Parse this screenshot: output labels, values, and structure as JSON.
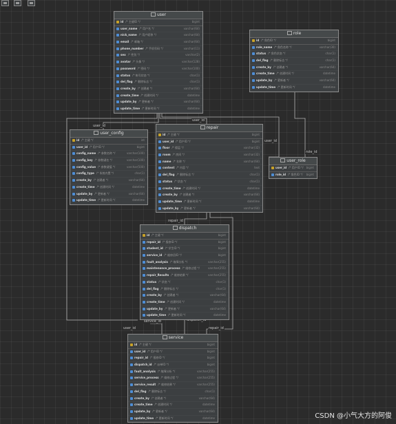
{
  "toolbar": {
    "buttons": [
      "new-diagram-icon",
      "print-icon",
      "save-icon"
    ]
  },
  "entities": {
    "user": {
      "title": "user",
      "columns": [
        {
          "name": "id",
          "comment": "/* 主键ID */",
          "type": "bigint"
        },
        {
          "name": "user_name",
          "comment": "/* 用户名 */",
          "type": "varchar(64)"
        },
        {
          "name": "nick_name",
          "comment": "/* 用户昵称 */",
          "type": "varchar(64)"
        },
        {
          "name": "email",
          "comment": "/* 邮箱 */",
          "type": "varchar(64)"
        },
        {
          "name": "phone_number",
          "comment": "/* 手机号码 */",
          "type": "varchar(11)"
        },
        {
          "name": "sex",
          "comment": "/* 性别 */",
          "type": "varchar(2)"
        },
        {
          "name": "avatar",
          "comment": "/* 头像 */",
          "type": "varchar(128)"
        },
        {
          "name": "password",
          "comment": "/* 密码 */",
          "type": "varchar(100)"
        },
        {
          "name": "status",
          "comment": "/* 帐号状态 */",
          "type": "char(1)"
        },
        {
          "name": "del_flag",
          "comment": "/* 删除标志 */",
          "type": "char(1)"
        },
        {
          "name": "create_by",
          "comment": "/* 创建者 */",
          "type": "varchar(64)"
        },
        {
          "name": "create_time",
          "comment": "/* 创建时间 */",
          "type": "datetime"
        },
        {
          "name": "update_by",
          "comment": "/* 更新者 */",
          "type": "varchar(64)"
        },
        {
          "name": "update_time",
          "comment": "/* 更新时间 */",
          "type": "datetime"
        }
      ]
    },
    "role": {
      "title": "role",
      "columns": [
        {
          "name": "id",
          "comment": "/* 角色ID */",
          "type": "bigint"
        },
        {
          "name": "role_name",
          "comment": "/* 角色名称 */",
          "type": "varchar(30)"
        },
        {
          "name": "status",
          "comment": "/* 角色状态 */",
          "type": "char(1)"
        },
        {
          "name": "del_flag",
          "comment": "/* 删除标志 */",
          "type": "char(1)"
        },
        {
          "name": "create_by",
          "comment": "/* 创建者 */",
          "type": "varchar(64)"
        },
        {
          "name": "create_time",
          "comment": "/* 创建时间 */",
          "type": "datetime"
        },
        {
          "name": "update_by",
          "comment": "/* 更新者 */",
          "type": "varchar(64)"
        },
        {
          "name": "update_time",
          "comment": "/* 更新时间 */",
          "type": "datetime"
        }
      ]
    },
    "user_config": {
      "title": "user_config",
      "columns": [
        {
          "name": "id",
          "comment": "/* 主键 */",
          "type": "int"
        },
        {
          "name": "user_id",
          "comment": "/* 用户ID */",
          "type": "bigint"
        },
        {
          "name": "config_name",
          "comment": "/* 参数名称 */",
          "type": "varchar(100)"
        },
        {
          "name": "config_key",
          "comment": "/* 参数键名 */",
          "type": "varchar(100)"
        },
        {
          "name": "config_value",
          "comment": "/* 参数键值 */",
          "type": "varchar(500)"
        },
        {
          "name": "config_type",
          "comment": "/* 系统内置 */",
          "type": "char(1)"
        },
        {
          "name": "create_by",
          "comment": "/* 创建者 */",
          "type": "varchar(64)"
        },
        {
          "name": "create_time",
          "comment": "/* 创建时间 */",
          "type": "datetime"
        },
        {
          "name": "update_by",
          "comment": "/* 更新者 */",
          "type": "varchar(64)"
        },
        {
          "name": "update_time",
          "comment": "/* 更新时间 */",
          "type": "datetime"
        }
      ]
    },
    "repair": {
      "title": "repair",
      "columns": [
        {
          "name": "id",
          "comment": "/* 主键 */",
          "type": "bigint"
        },
        {
          "name": "user_id",
          "comment": "/* 用户ID */",
          "type": "bigint"
        },
        {
          "name": "floor",
          "comment": "/* 楼层 */",
          "type": "varchar(32)"
        },
        {
          "name": "room",
          "comment": "/* 房间 */",
          "type": "varchar(32)"
        },
        {
          "name": "name",
          "comment": "/* 名称 */",
          "type": "varchar(64)"
        },
        {
          "name": "content",
          "comment": "/* 内容 */",
          "type": "text"
        },
        {
          "name": "del_flag",
          "comment": "/* 删除标志 */",
          "type": "char(1)"
        },
        {
          "name": "status",
          "comment": "/* 状态 */",
          "type": "char(1)"
        },
        {
          "name": "create_time",
          "comment": "/* 创建时间 */",
          "type": "datetime"
        },
        {
          "name": "create_by",
          "comment": "/* 创建者 */",
          "type": "varchar(64)"
        },
        {
          "name": "update_time",
          "comment": "/* 更新时间 */",
          "type": "datetime"
        },
        {
          "name": "update_by",
          "comment": "/* 更新者 */",
          "type": "varchar(64)"
        }
      ]
    },
    "user_role": {
      "title": "user_role",
      "columns": [
        {
          "name": "user_id",
          "comment": "/* 用户ID */",
          "type": "bigint"
        },
        {
          "name": "role_id",
          "comment": "/* 角色ID */",
          "type": "bigint"
        }
      ]
    },
    "dispatch": {
      "title": "dispatch",
      "columns": [
        {
          "name": "id",
          "comment": "/* 主键 */",
          "type": "bigint"
        },
        {
          "name": "repair_id",
          "comment": "/* 报修ID */",
          "type": "bigint"
        },
        {
          "name": "student_id",
          "comment": "/* 学生ID */",
          "type": "bigint"
        },
        {
          "name": "service_id",
          "comment": "/* 维修员ID */",
          "type": "bigint"
        },
        {
          "name": "fault_analysis",
          "comment": "/* 故障分析 */",
          "type": "varchar(255)"
        },
        {
          "name": "maintenance_process",
          "comment": "/* 维修过程 */",
          "type": "varchar(255)"
        },
        {
          "name": "repair_Results",
          "comment": "/* 维修结果 */",
          "type": "varchar(255)"
        },
        {
          "name": "status",
          "comment": "/* 状态 */",
          "type": "char(1)"
        },
        {
          "name": "del_flag",
          "comment": "/* 删除标志 */",
          "type": "char(1)"
        },
        {
          "name": "create_by",
          "comment": "/* 创建者 */",
          "type": "varchar(64)"
        },
        {
          "name": "create_time",
          "comment": "/* 创建时间 */",
          "type": "datetime"
        },
        {
          "name": "update_by",
          "comment": "/* 更新者 */",
          "type": "varchar(64)"
        },
        {
          "name": "update_time",
          "comment": "/* 更新时间 */",
          "type": "datetime"
        }
      ]
    },
    "service": {
      "title": "service",
      "columns": [
        {
          "name": "id",
          "comment": "/* 主键 */",
          "type": "bigint"
        },
        {
          "name": "user_id",
          "comment": "/* 用户ID */",
          "type": "bigint"
        },
        {
          "name": "repair_id",
          "comment": "/* 报修ID */",
          "type": "bigint"
        },
        {
          "name": "dispatch_id",
          "comment": "/* 派单ID */",
          "type": "bigint"
        },
        {
          "name": "fault_analysis",
          "comment": "/* 故障分析 */",
          "type": "varchar(255)"
        },
        {
          "name": "service_process",
          "comment": "/* 维修过程 */",
          "type": "varchar(255)"
        },
        {
          "name": "service_result",
          "comment": "/* 维修结果 */",
          "type": "varchar(255)"
        },
        {
          "name": "del_flag",
          "comment": "/* 删除标志 */",
          "type": "char(1)"
        },
        {
          "name": "create_by",
          "comment": "/* 创建者 */",
          "type": "varchar(64)"
        },
        {
          "name": "create_time",
          "comment": "/* 创建时间 */",
          "type": "datetime"
        },
        {
          "name": "update_by",
          "comment": "/* 更新者 */",
          "type": "varchar(64)"
        },
        {
          "name": "update_time",
          "comment": "/* 更新时间 */",
          "type": "datetime"
        }
      ]
    }
  },
  "relations": {
    "user_config_user": "user_id",
    "repair_user": "user_id",
    "user_role_user": "user_id",
    "user_role_role": "role_id",
    "dispatch_repair": "repair_id",
    "dispatch_user": "user_id",
    "service_user": "service_id",
    "service_dispatch": "dispatch_id",
    "service_repair": "repair_id"
  },
  "watermark": "CSDN @小气大方的阿俊"
}
